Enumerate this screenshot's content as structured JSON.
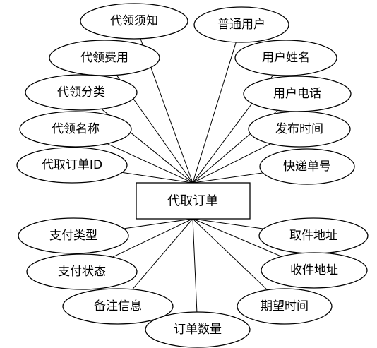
{
  "entity": {
    "label": "代取订单"
  },
  "attributes": [
    {
      "id": "delivery-notice",
      "label": "代领须知"
    },
    {
      "id": "regular-user",
      "label": "普通用户"
    },
    {
      "id": "delivery-fee",
      "label": "代领费用"
    },
    {
      "id": "user-name",
      "label": "用户姓名"
    },
    {
      "id": "delivery-category",
      "label": "代领分类"
    },
    {
      "id": "user-phone",
      "label": "用户电话"
    },
    {
      "id": "delivery-name",
      "label": "代领名称"
    },
    {
      "id": "publish-time",
      "label": "发布时间"
    },
    {
      "id": "order-id",
      "label": "代取订单ID"
    },
    {
      "id": "tracking-number",
      "label": "快递单号"
    },
    {
      "id": "payment-type",
      "label": "支付类型"
    },
    {
      "id": "pickup-address",
      "label": "取件地址"
    },
    {
      "id": "payment-status",
      "label": "支付状态"
    },
    {
      "id": "receive-address",
      "label": "收件地址"
    },
    {
      "id": "remarks",
      "label": "备注信息"
    },
    {
      "id": "expected-time",
      "label": "期望时间"
    },
    {
      "id": "order-quantity",
      "label": "订单数量"
    }
  ]
}
